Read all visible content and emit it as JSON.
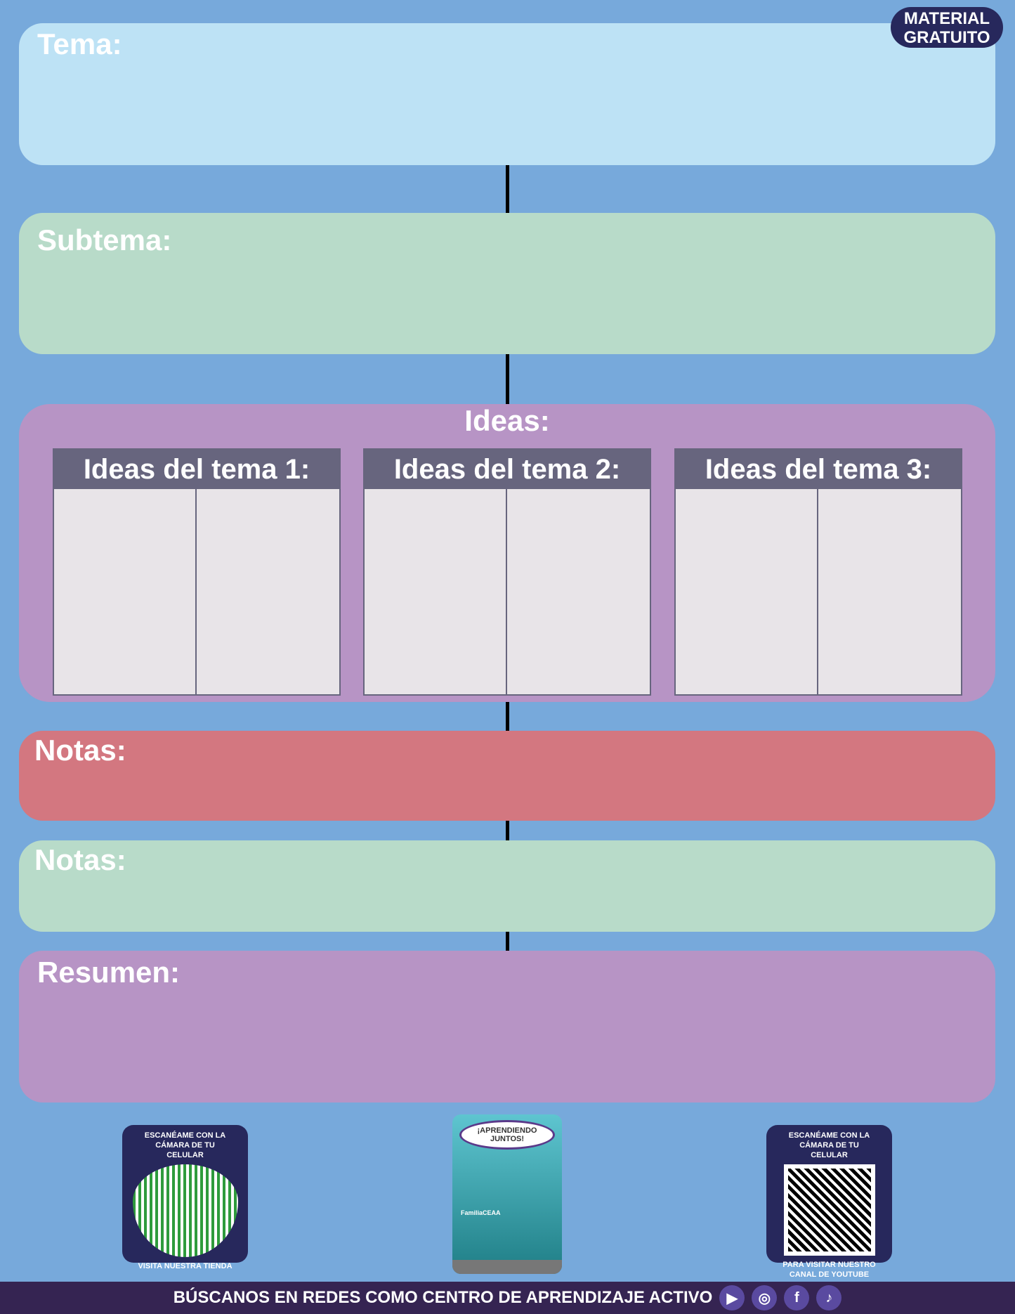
{
  "badge": {
    "line1": "MATERIAL",
    "line2": "GRATUITO"
  },
  "sections": {
    "tema": "Tema:",
    "subtema": "Subtema:",
    "ideas": "Ideas:",
    "notas1": "Notas:",
    "notas2": "Notas:",
    "resumen": "Resumen:"
  },
  "ideas_tables": [
    {
      "header": "Ideas del tema 1:"
    },
    {
      "header": "Ideas del tema 2:"
    },
    {
      "header": "Ideas del tema 3:"
    }
  ],
  "qr_left": {
    "top": "ESCANÉAME CON LA CÁMARA DE TU CELULAR",
    "bottom": "VISITA NUESTRA TIENDA"
  },
  "phone": {
    "bubble": "¡APRENDIENDO JUNTOS!",
    "handle": "FamiliaCEAA"
  },
  "qr_right": {
    "top": "ESCANÉAME CON LA CÁMARA DE TU CELULAR",
    "bottom": "PARA VISITAR NUESTRO CANAL DE YOUTUBE"
  },
  "footer": {
    "text": "BÚSCANOS EN REDES COMO CENTRO DE APRENDIZAJE ACTIVO"
  },
  "colors": {
    "background": "#77a9db",
    "tema": "#bde2f5",
    "subtema": "#b8dbc9",
    "ideas": "#b794c5",
    "notas1": "#d37780",
    "notas2": "#b8dbc9",
    "resumen": "#b794c5",
    "footer": "#352452"
  }
}
